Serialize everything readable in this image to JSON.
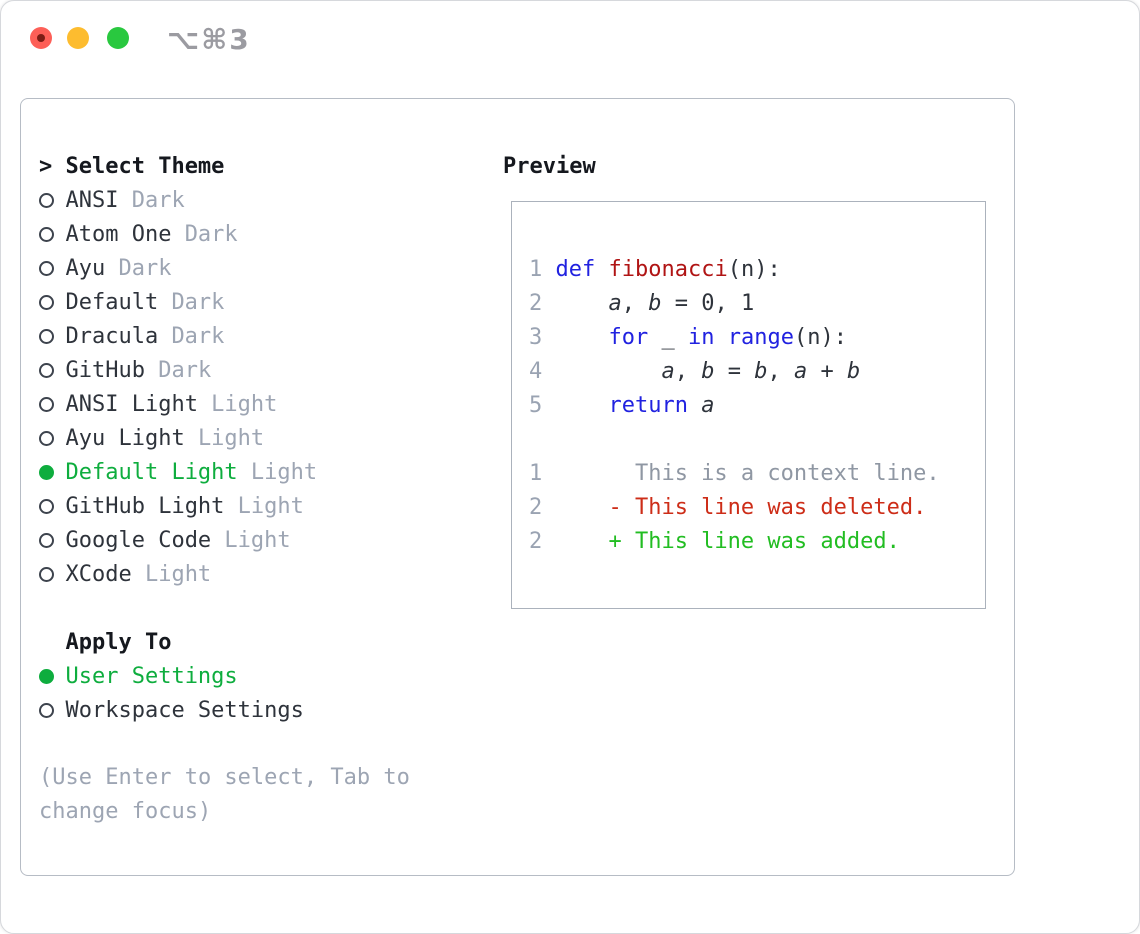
{
  "titlebar": {
    "title": "⌥⌘3"
  },
  "select_theme": {
    "prompt": ">",
    "header": "Select Theme",
    "items": [
      {
        "name": "ANSI",
        "variant": "Dark",
        "selected": false
      },
      {
        "name": "Atom One",
        "variant": "Dark",
        "selected": false
      },
      {
        "name": "Ayu",
        "variant": "Dark",
        "selected": false
      },
      {
        "name": "Default",
        "variant": "Dark",
        "selected": false
      },
      {
        "name": "Dracula",
        "variant": "Dark",
        "selected": false
      },
      {
        "name": "GitHub",
        "variant": "Dark",
        "selected": false
      },
      {
        "name": "ANSI Light",
        "variant": "Light",
        "selected": false
      },
      {
        "name": "Ayu Light",
        "variant": "Light",
        "selected": false
      },
      {
        "name": "Default Light",
        "variant": "Light",
        "selected": true
      },
      {
        "name": "GitHub Light",
        "variant": "Light",
        "selected": false
      },
      {
        "name": "Google Code",
        "variant": "Light",
        "selected": false
      },
      {
        "name": "XCode",
        "variant": "Light",
        "selected": false
      }
    ]
  },
  "apply_to": {
    "header": "Apply To",
    "options": [
      {
        "label": "User Settings",
        "selected": true
      },
      {
        "label": "Workspace Settings",
        "selected": false
      }
    ]
  },
  "help": "(Use Enter to select, Tab to change focus)",
  "preview": {
    "header": "Preview",
    "code": [
      {
        "no": "1",
        "tokens": [
          {
            "t": "def",
            "s": "k"
          },
          {
            "t": " "
          },
          {
            "t": "fibonacci",
            "s": "f"
          },
          {
            "t": "(n):"
          }
        ]
      },
      {
        "no": "2",
        "tokens": [
          {
            "t": "    "
          },
          {
            "t": "a",
            "s": "v"
          },
          {
            "t": ", "
          },
          {
            "t": "b",
            "s": "v"
          },
          {
            "t": " = 0, 1"
          }
        ]
      },
      {
        "no": "3",
        "tokens": [
          {
            "t": "    "
          },
          {
            "t": "for",
            "s": "k"
          },
          {
            "t": " _ "
          },
          {
            "t": "in",
            "s": "k"
          },
          {
            "t": " "
          },
          {
            "t": "range",
            "s": "k"
          },
          {
            "t": "(n):"
          }
        ]
      },
      {
        "no": "4",
        "tokens": [
          {
            "t": "        "
          },
          {
            "t": "a",
            "s": "v"
          },
          {
            "t": ", "
          },
          {
            "t": "b",
            "s": "v"
          },
          {
            "t": " = "
          },
          {
            "t": "b",
            "s": "v"
          },
          {
            "t": ", "
          },
          {
            "t": "a",
            "s": "v"
          },
          {
            "t": " + "
          },
          {
            "t": "b",
            "s": "v"
          }
        ]
      },
      {
        "no": "5",
        "tokens": [
          {
            "t": "    "
          },
          {
            "t": "return",
            "s": "k"
          },
          {
            "t": " "
          },
          {
            "t": "a",
            "s": "v"
          }
        ]
      }
    ],
    "diff": [
      {
        "no": "1",
        "type": "context",
        "text": "      This is a context line."
      },
      {
        "no": "2",
        "type": "deleted",
        "text": "    - This line was deleted."
      },
      {
        "no": "2",
        "type": "added",
        "text": "    + This line was added."
      }
    ]
  },
  "colors": {
    "sel_green": "#0ead3e",
    "add_green": "#22bd22",
    "del_red": "#cd2d18",
    "keyword_blue": "#2122e0",
    "function_red": "#b01414",
    "muted_gray": "#9da5b3",
    "lineno_gray": "#9aa3b2",
    "context_gray": "#8f97a3",
    "text_dark": "#2e333b",
    "header_black": "#15181e",
    "traffic_red": "#fd5f57",
    "traffic_yellow": "#fdbc2f",
    "traffic_green": "#29c83f"
  }
}
